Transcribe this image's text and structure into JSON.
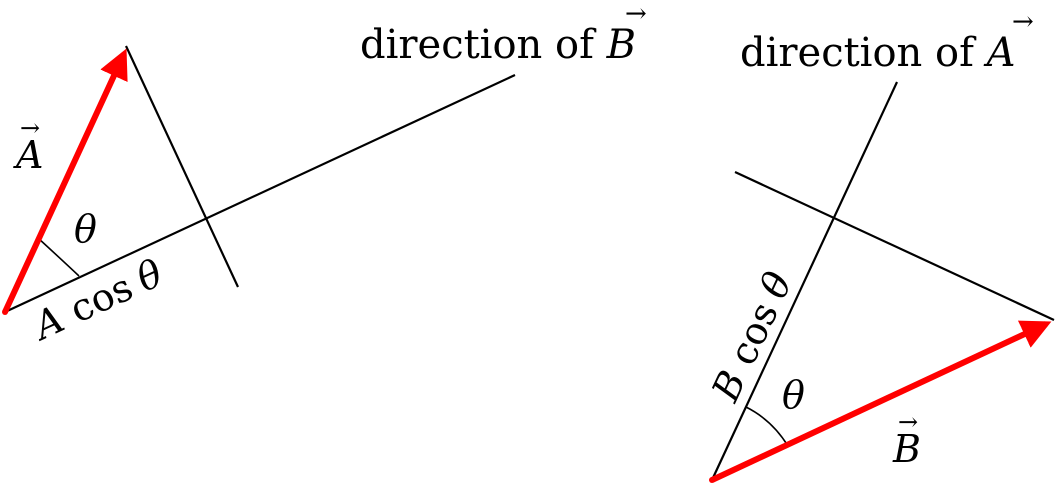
{
  "colors": {
    "vector": "#ff0000",
    "line": "#000000",
    "background": "#ffffff"
  },
  "left_diagram": {
    "direction_label_prefix": "direction of ",
    "direction_label_vector": "B",
    "vector_label": "A",
    "angle_label": "θ",
    "projection_label_coef": "A",
    "projection_label_func": "cos",
    "projection_label_angle": "θ"
  },
  "right_diagram": {
    "direction_label_prefix": "direction of ",
    "direction_label_vector": "A",
    "vector_label": "B",
    "angle_label": "θ",
    "projection_label_coef": "B",
    "projection_label_func": "cos",
    "projection_label_angle": "θ"
  }
}
